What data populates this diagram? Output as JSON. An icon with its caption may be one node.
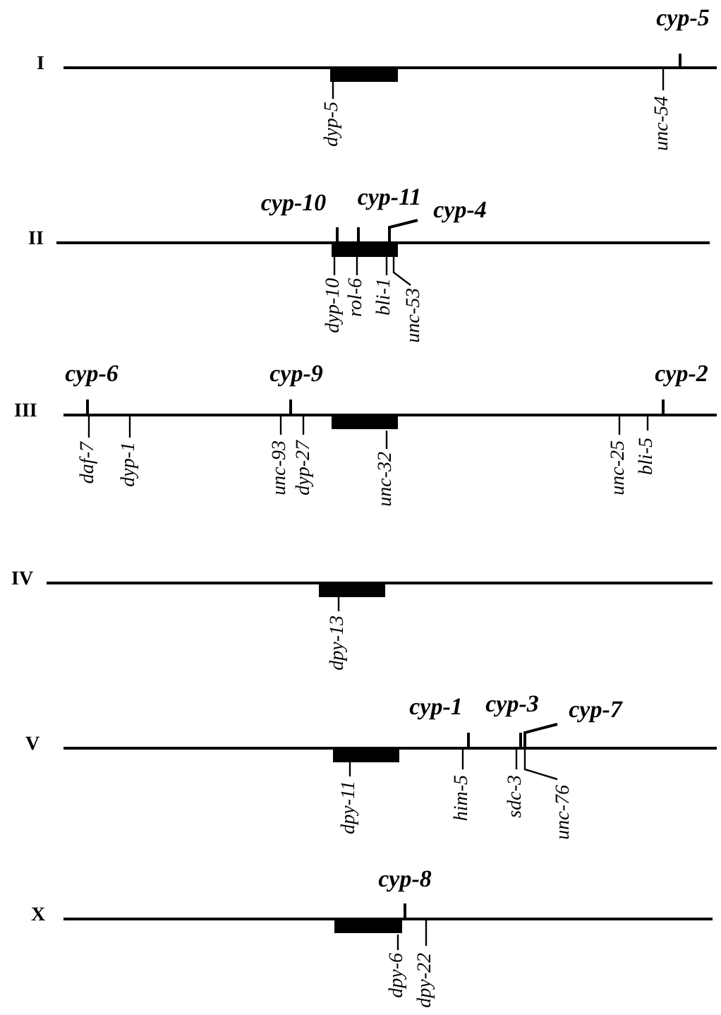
{
  "diagram": {
    "nodes": [
      {
        "text": [
          "I"
        ],
        "beside": [
          "cyp-5",
          "dyp-5",
          "unc-54"
        ]
      },
      {
        "text": [
          "II"
        ],
        "beside": [
          "cyp-10",
          "cyp-11",
          "cyp-4",
          "dyp-10",
          "rol-6",
          "bli-1",
          "unc-53"
        ]
      },
      {
        "text": [
          "III"
        ],
        "beside": [
          "cyp-6",
          "cyp-9",
          "cyp-2",
          "daf-7",
          "dyp-1",
          "unc-93",
          "dyp-27",
          "unc-32",
          "unc-25",
          "bli-5"
        ]
      },
      {
        "text": [
          "IV"
        ],
        "beside": [
          "dpy-13"
        ]
      },
      {
        "text": [
          "V"
        ],
        "beside": [
          "cyp-1",
          "cyp-3",
          "cyp-7",
          "dpy-11",
          "him-5",
          "sdc-3",
          "unc-76"
        ]
      },
      {
        "text": [
          "X"
        ],
        "beside": [
          "cyp-8",
          "dpy-6",
          "dpy-22"
        ]
      }
    ]
  }
}
